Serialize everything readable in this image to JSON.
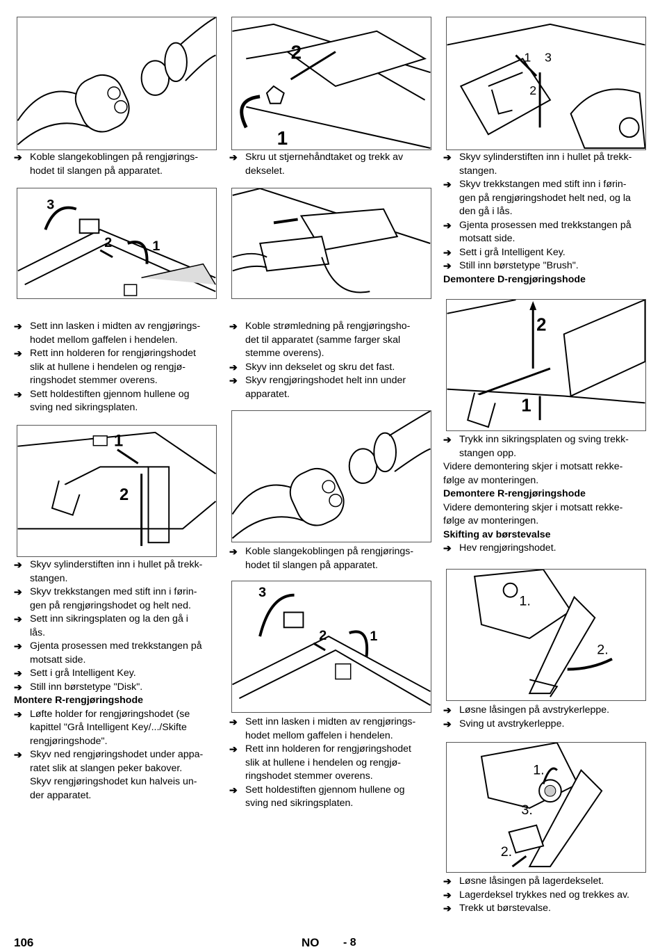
{
  "col1": {
    "block1": [
      "Koble slangekoblingen på rengjørings-\nhodet til slangen på apparatet."
    ],
    "block2": [
      "Sett inn lasken i midten av rengjørings-\nhodet mellom gaffelen i hendelen.",
      "Rett inn holderen for rengjøringshodet\nslik at hullene i hendelen og rengjø-\nringshodet stemmer overens.",
      "Sett holdestiften gjennom hullene og\nsving ned sikringsplaten."
    ],
    "block3": [
      "Skyv sylinderstiften inn i hullet på trekk-\nstangen.",
      "Skyv trekkstangen med stift inn i førin-\ngen på rengjøringshodet og helt ned.",
      "Sett inn sikringsplaten og la den gå i\nlås.",
      "Gjenta prosessen med trekkstangen på\nmotsatt side.",
      "Sett i grå Intelligent Key.",
      "Still inn børstetype \"Disk\"."
    ],
    "heading_r": "Montere R-rengjøringshode",
    "block4": [
      "Løfte holder for rengjøringshodet (se\nkapittel \"Grå Intelligent Key/.../Skifte\nrengjøringshode\".",
      "Skyv ned rengjøringshodet under appa-\nratet slik at slangen peker bakover."
    ],
    "block4_note": "Skyv rengjøringshodet kun halveis un-\nder apparatet."
  },
  "col2": {
    "block1": [
      "Skru ut stjernehåndtaket og trekk av\ndekselet."
    ],
    "block2": [
      "Koble strømledning på rengjøringsho-\ndet til apparatet (samme farger skal\nstemme overens).",
      "Skyv inn dekselet og skru det fast.",
      "Skyv rengjøringshodet helt inn under\napparatet."
    ],
    "block3": [
      "Koble slangekoblingen på rengjørings-\nhodet til slangen på apparatet."
    ],
    "block4": [
      "Sett inn lasken i midten av rengjørings-\nhodet mellom gaffelen i hendelen.",
      "Rett inn holderen for rengjøringshodet\nslik at hullene i hendelen og rengjø-\nringshodet stemmer overens.",
      "Sett holdestiften gjennom hullene og\nsving ned sikringsplaten."
    ]
  },
  "col3": {
    "block1": [
      "Skyv sylinderstiften inn i hullet på trekk-\nstangen.",
      "Skyv trekkstangen med stift inn i førin-\ngen på rengjøringshodet helt ned, og la\nden gå i lås.",
      "Gjenta prosessen med trekkstangen på\nmotsatt side.",
      "Sett i grå Intelligent Key.",
      "Still inn børstetype \"Brush\"."
    ],
    "heading_d": "Demontere D-rengjøringshode",
    "block2": [
      "Trykk inn sikringsplaten og sving trekk-\nstangen opp."
    ],
    "block2_note": "Videre demontering skjer i motsatt rekke-\nfølge av monteringen.",
    "heading_r": "Demontere R-rengjøringshode",
    "block3_note": "Videre demontering skjer i motsatt rekke-\nfølge av monteringen.",
    "heading_brush": "Skifting av børstevalse",
    "block4": [
      "Hev rengjøringshodet."
    ],
    "block5": [
      "Løsne låsingen på avstrykerleppe.",
      "Sving ut avstrykerleppe."
    ],
    "block6": [
      "Løsne låsingen på lagerdekselet.",
      "Lagerdeksel trykkes ned og trekkes av.",
      "Trekk ut børstevalse."
    ]
  },
  "figures": {
    "f1": [],
    "f2": [
      "3",
      "2",
      "1"
    ],
    "f3": [
      "1",
      "2"
    ],
    "f4": [
      "2",
      "1"
    ],
    "f5": [],
    "f6": [],
    "f7": [
      "3",
      "2",
      "1"
    ],
    "f8": [
      "1",
      "3",
      "2"
    ],
    "f9": [
      "2",
      "1"
    ],
    "f10": [
      "1.",
      "2."
    ],
    "f11": [
      "1.",
      "3.",
      "2."
    ]
  },
  "arrow_glyph": "➔",
  "footer": {
    "page_number": "106",
    "language": "NO",
    "section_page": "- 8"
  }
}
